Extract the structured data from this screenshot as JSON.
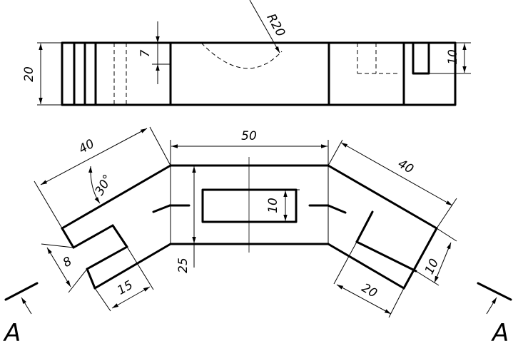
{
  "dimensions": {
    "top_radius": "R20",
    "top_height": "20",
    "top_slot_depth": "7",
    "top_right_height": "10",
    "center_length": "50",
    "center_slot_width": "10",
    "center_width": "25",
    "left_arm_length": "40",
    "left_angle": "30°",
    "left_slot_width": "8",
    "left_slot_length": "15",
    "right_arm_length": "40",
    "right_slot_length": "20",
    "right_slot_width": "10"
  },
  "section": {
    "left_label": "A",
    "right_label": "A"
  }
}
